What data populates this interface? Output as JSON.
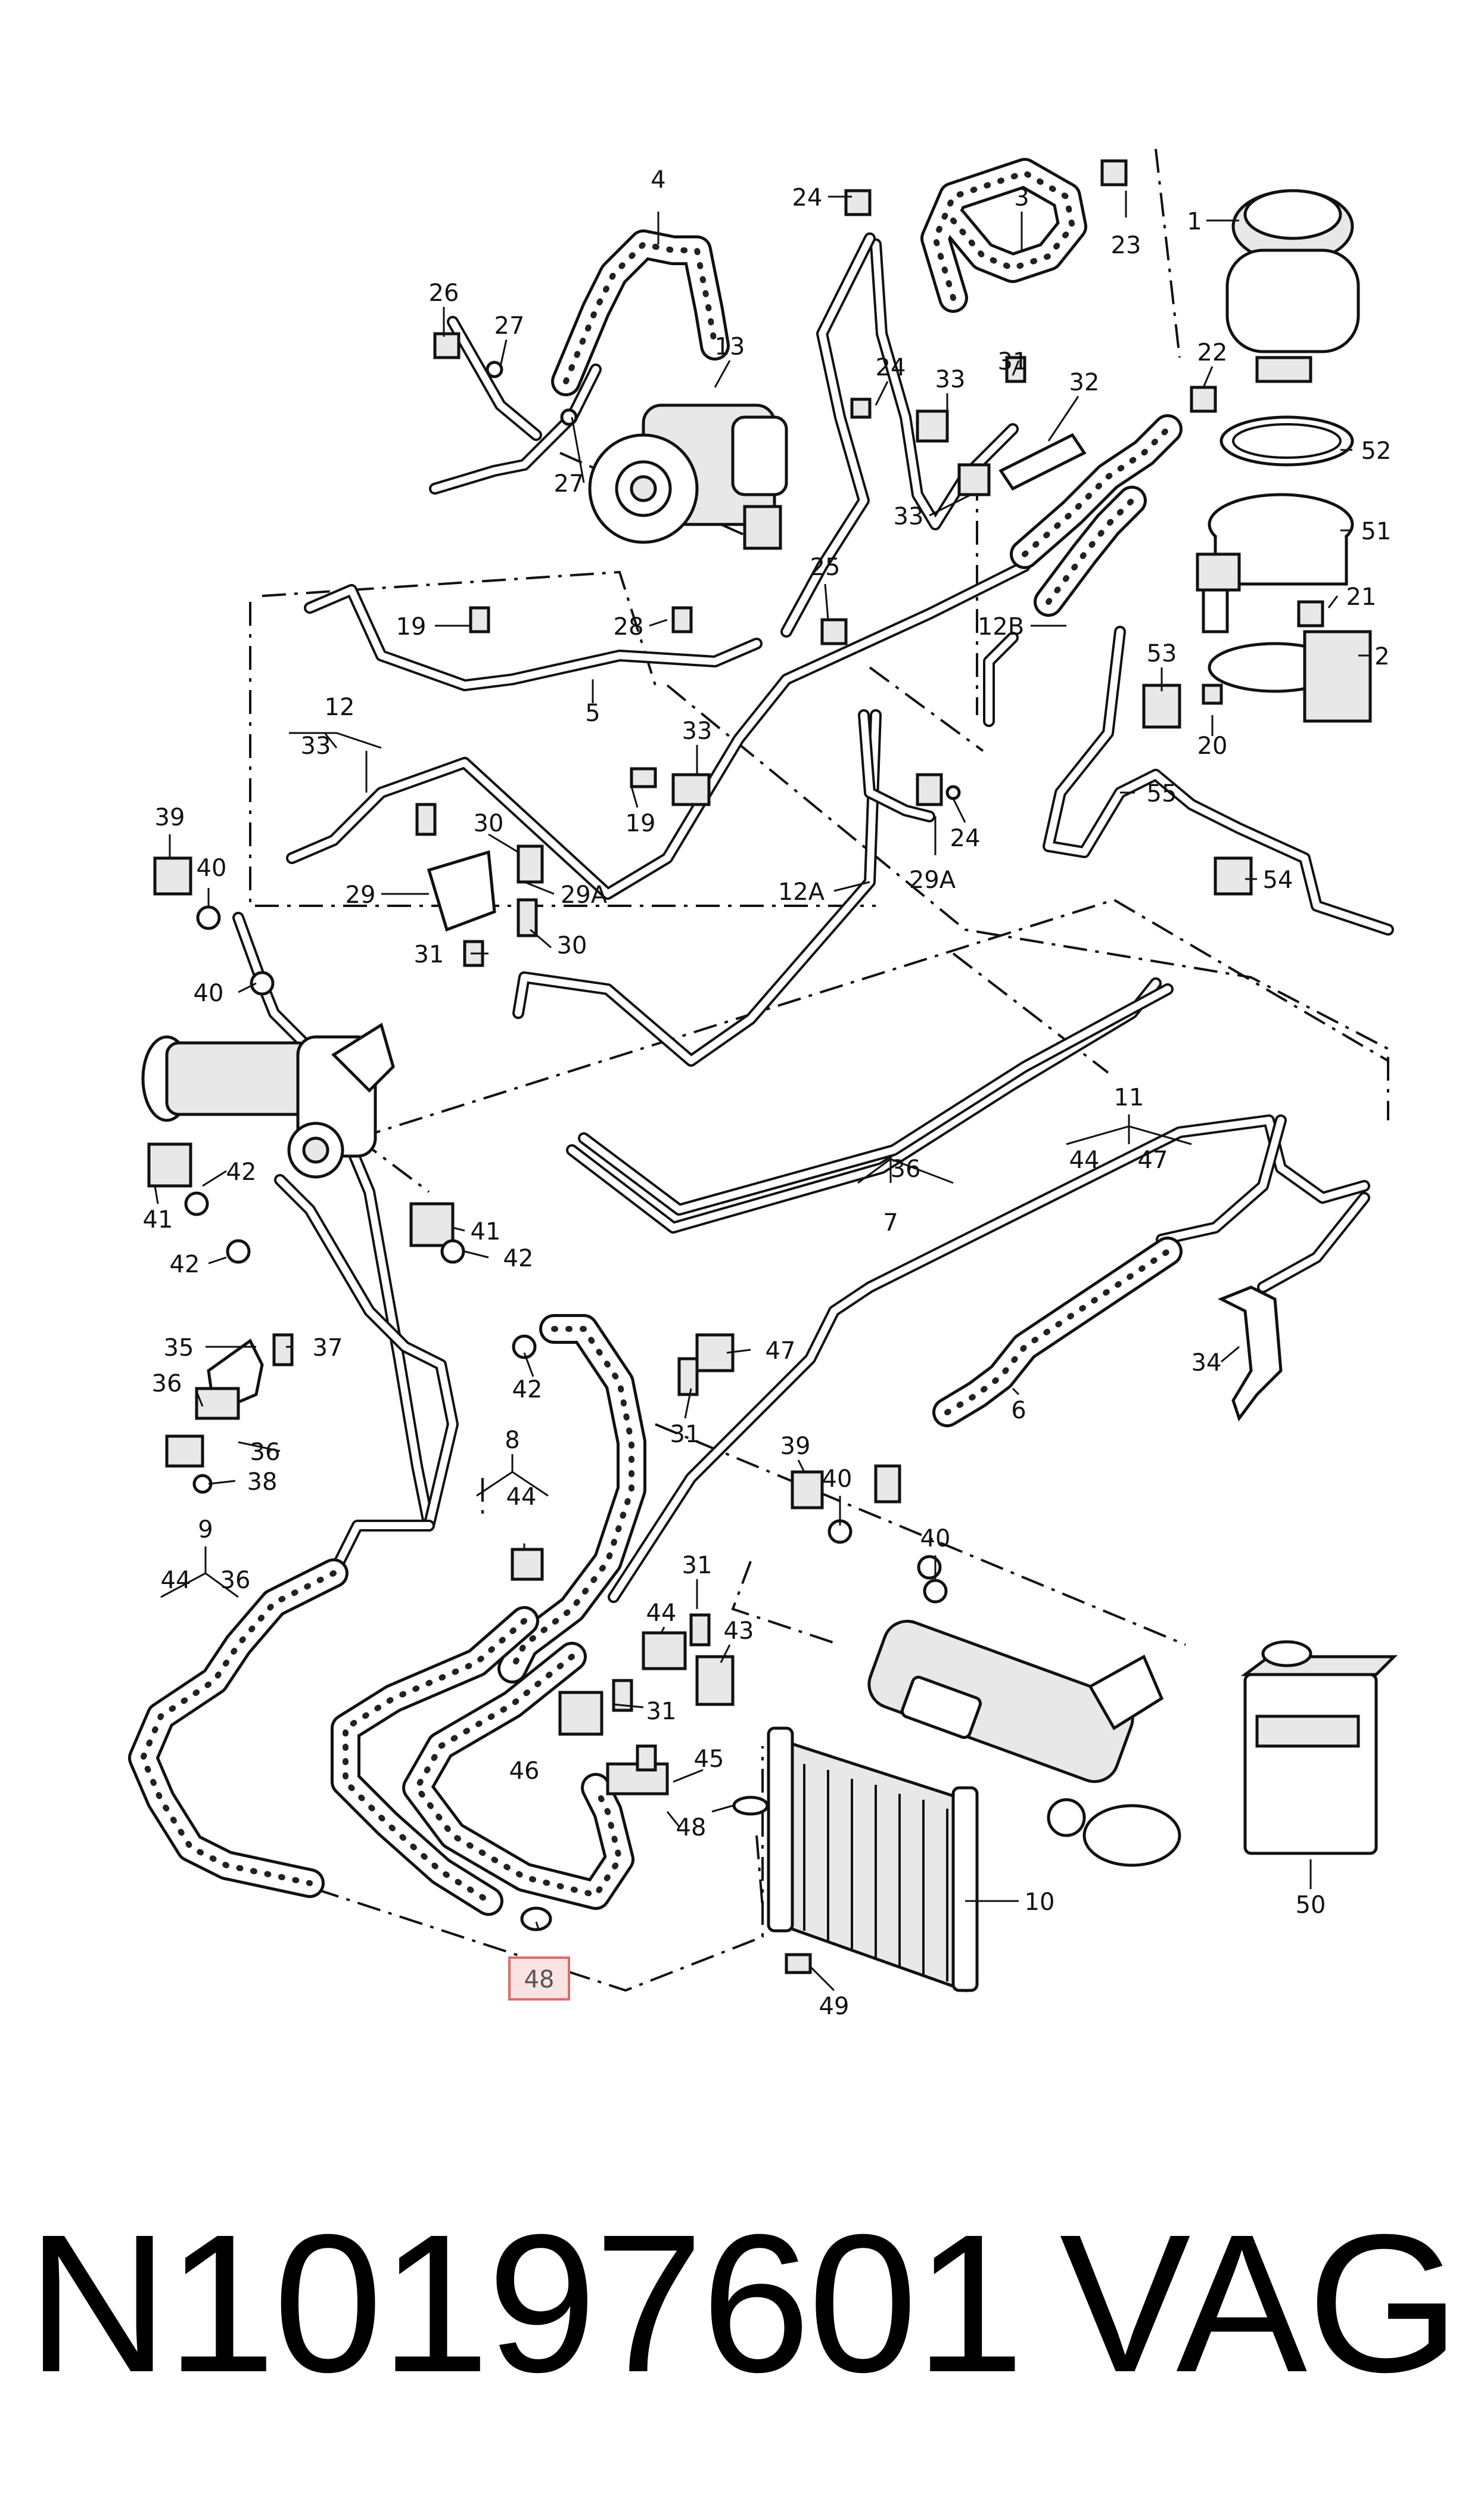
{
  "diagram": {
    "callouts": [
      {
        "id": "c4",
        "label": "4"
      },
      {
        "id": "c24a",
        "label": "24"
      },
      {
        "id": "c3",
        "label": "3"
      },
      {
        "id": "c23",
        "label": "23"
      },
      {
        "id": "c1",
        "label": "1"
      },
      {
        "id": "c26",
        "label": "26"
      },
      {
        "id": "c27a",
        "label": "27"
      },
      {
        "id": "c13",
        "label": "13"
      },
      {
        "id": "c24b",
        "label": "24"
      },
      {
        "id": "c33a",
        "label": "33"
      },
      {
        "id": "c31a",
        "label": "31"
      },
      {
        "id": "c32",
        "label": "32"
      },
      {
        "id": "c22",
        "label": "22"
      },
      {
        "id": "c52",
        "label": "52"
      },
      {
        "id": "c27b",
        "label": "27"
      },
      {
        "id": "c33b",
        "label": "33"
      },
      {
        "id": "c51",
        "label": "51"
      },
      {
        "id": "c25",
        "label": "25"
      },
      {
        "id": "c21",
        "label": "21"
      },
      {
        "id": "c19a",
        "label": "19"
      },
      {
        "id": "c28",
        "label": "28"
      },
      {
        "id": "c12b",
        "label": "12B"
      },
      {
        "id": "c2",
        "label": "2"
      },
      {
        "id": "c53",
        "label": "53"
      },
      {
        "id": "c5",
        "label": "5"
      },
      {
        "id": "c12",
        "label": "12"
      },
      {
        "id": "c33c",
        "label": "33"
      },
      {
        "id": "c33g",
        "label": "33"
      },
      {
        "id": "c20",
        "label": "20"
      },
      {
        "id": "c55",
        "label": "55"
      },
      {
        "id": "c19b",
        "label": "19"
      },
      {
        "id": "c24c",
        "label": "24"
      },
      {
        "id": "c39a",
        "label": "39"
      },
      {
        "id": "c30a",
        "label": "30"
      },
      {
        "id": "c40a",
        "label": "40"
      },
      {
        "id": "c29",
        "label": "29"
      },
      {
        "id": "c29aa",
        "label": "29A"
      },
      {
        "id": "c12a",
        "label": "12A"
      },
      {
        "id": "c29ab",
        "label": "29A"
      },
      {
        "id": "c54",
        "label": "54"
      },
      {
        "id": "c31b",
        "label": "31"
      },
      {
        "id": "c30b",
        "label": "30"
      },
      {
        "id": "c40b",
        "label": "40"
      },
      {
        "id": "c11",
        "label": "11"
      },
      {
        "id": "c44a",
        "label": "44"
      },
      {
        "id": "c47a",
        "label": "47"
      },
      {
        "id": "c42a",
        "label": "42"
      },
      {
        "id": "c41a",
        "label": "41"
      },
      {
        "id": "c36a",
        "label": "36"
      },
      {
        "id": "c7",
        "label": "7"
      },
      {
        "id": "c41b",
        "label": "41"
      },
      {
        "id": "c42b",
        "label": "42"
      },
      {
        "id": "c42c",
        "label": "42"
      },
      {
        "id": "c35",
        "label": "35"
      },
      {
        "id": "c37",
        "label": "37"
      },
      {
        "id": "c47b",
        "label": "47"
      },
      {
        "id": "c34",
        "label": "34"
      },
      {
        "id": "c36b",
        "label": "36"
      },
      {
        "id": "c42d",
        "label": "42"
      },
      {
        "id": "c31c",
        "label": "31"
      },
      {
        "id": "c36c",
        "label": "36"
      },
      {
        "id": "c6",
        "label": "6"
      },
      {
        "id": "c8",
        "label": "8"
      },
      {
        "id": "c39b",
        "label": "39"
      },
      {
        "id": "c38",
        "label": "38"
      },
      {
        "id": "c40c",
        "label": "40"
      },
      {
        "id": "c44b",
        "label": "44"
      },
      {
        "id": "c40d",
        "label": "40"
      },
      {
        "id": "c9",
        "label": "9"
      },
      {
        "id": "c44c",
        "label": "44"
      },
      {
        "id": "c36d",
        "label": "36"
      },
      {
        "id": "c31d",
        "label": "31"
      },
      {
        "id": "c44d",
        "label": "44"
      },
      {
        "id": "c43",
        "label": "43"
      },
      {
        "id": "c31e",
        "label": "31"
      },
      {
        "id": "c46",
        "label": "46"
      },
      {
        "id": "c45",
        "label": "45"
      },
      {
        "id": "c48a",
        "label": "48"
      },
      {
        "id": "c10",
        "label": "10"
      },
      {
        "id": "c50",
        "label": "50"
      },
      {
        "id": "c49",
        "label": "49"
      }
    ],
    "highlighted_callout": {
      "label": "48"
    }
  },
  "footer": {
    "part_number": "N10197601",
    "brand": "VAG"
  }
}
